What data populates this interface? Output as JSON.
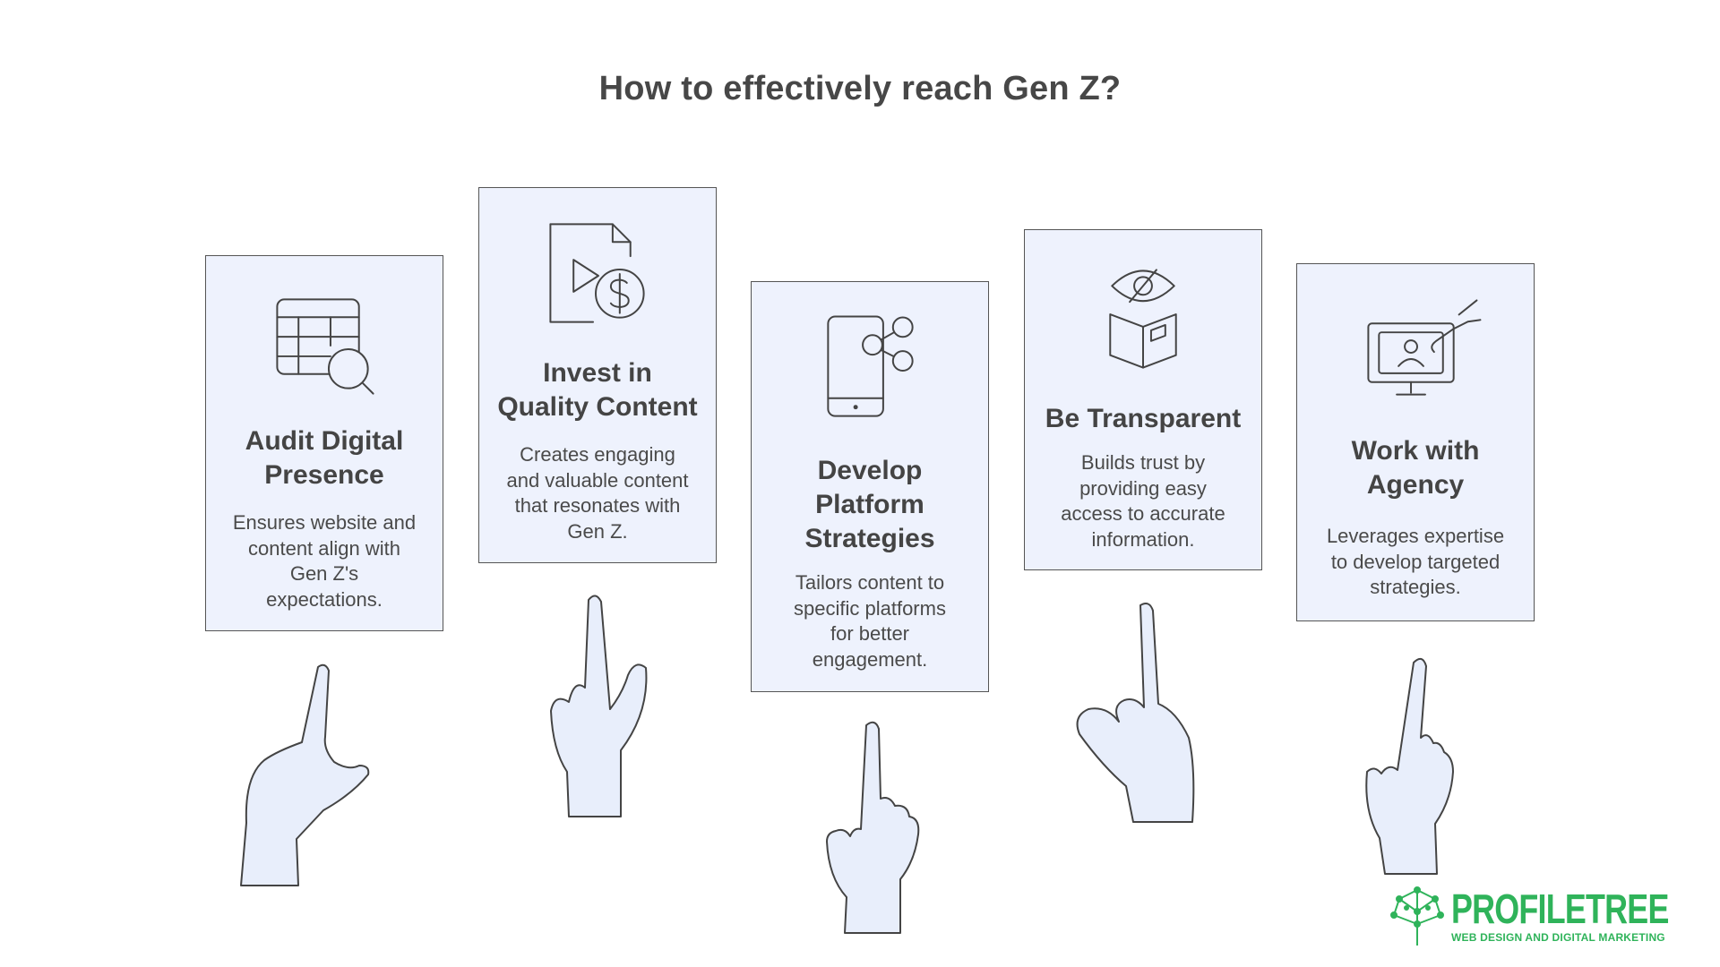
{
  "title": "How to effectively reach Gen Z?",
  "cards": [
    {
      "heading_lines": [
        "Audit Digital",
        "Presence"
      ],
      "desc_lines": [
        "Ensures website and",
        "content align with",
        "Gen Z's",
        "expectations."
      ],
      "icon": "table-search-icon"
    },
    {
      "heading_lines": [
        "Invest in",
        "Quality Content"
      ],
      "desc_lines": [
        "Creates engaging",
        "and valuable content",
        "that resonates with",
        "Gen Z."
      ],
      "icon": "video-dollar-icon"
    },
    {
      "heading_lines": [
        "Develop",
        "Platform",
        "Strategies"
      ],
      "desc_lines": [
        "Tailors content to",
        "specific platforms",
        "for better",
        "engagement."
      ],
      "icon": "phone-share-icon"
    },
    {
      "heading_lines": [
        "Be Transparent"
      ],
      "desc_lines": [
        "Builds trust by",
        "providing easy",
        "access to accurate",
        "information."
      ],
      "icon": "eye-book-icon"
    },
    {
      "heading_lines": [
        "Work with",
        "Agency"
      ],
      "desc_lines": [
        "Leverages expertise",
        "to develop targeted",
        "strategies."
      ],
      "icon": "monitor-user-hand-icon"
    }
  ],
  "logo": {
    "brand": "PROFILETREE",
    "tagline": "WEB DESIGN AND DIGITAL MARKETING"
  },
  "colors": {
    "card_fill": "#eef2fd",
    "card_border": "#555555",
    "hand_fill": "#e8eefb",
    "brand_green": "#2fb35a"
  }
}
